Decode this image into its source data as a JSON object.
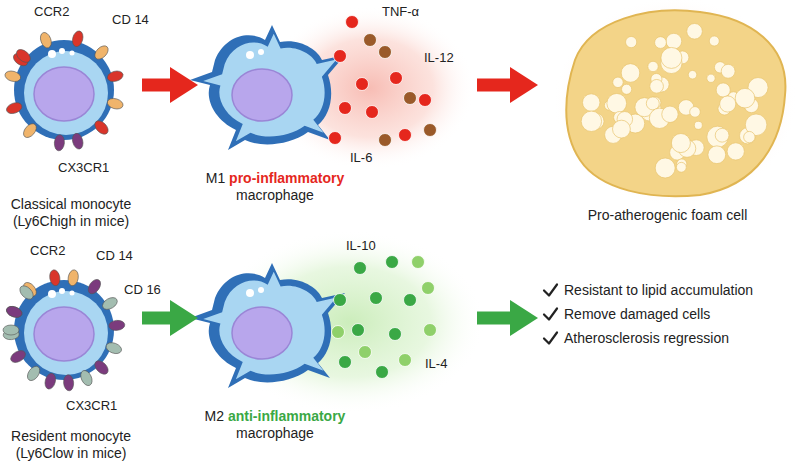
{
  "diagram": {
    "nodes": [
      {
        "text": [
          "Classical monocyte (Ly6Chigh in mice)"
        ]
      },
      {
        "text": [
          "M1 pro-inflammatory macrophage"
        ]
      },
      {
        "text": [
          "Pro-atherogenic foam cell"
        ]
      },
      {
        "text": [
          "Resident monocyte (Ly6Clow in mice)"
        ]
      },
      {
        "text": [
          "M2 anti-inflammatory macrophage"
        ]
      },
      {
        "text": [
          "Resistant to lipid accumulation",
          "Remove damaged cells",
          "Atherosclerosis regression"
        ]
      }
    ],
    "edges": [
      {
        "from": 0,
        "to": 1,
        "arrow": "to"
      },
      {
        "from": 1,
        "to": 2,
        "arrow": "to"
      },
      {
        "from": 3,
        "to": 4,
        "arrow": "to"
      },
      {
        "from": 4,
        "to": 5,
        "arrow": "to"
      }
    ],
    "labels": [
      "CCR2",
      "CD 14",
      "CX3CR1",
      "TNF-α",
      "IL-12",
      "IL-6",
      "CCR2",
      "CD 14",
      "CD 16",
      "CX3CR1",
      "IL-10",
      "IL-4"
    ]
  }
}
